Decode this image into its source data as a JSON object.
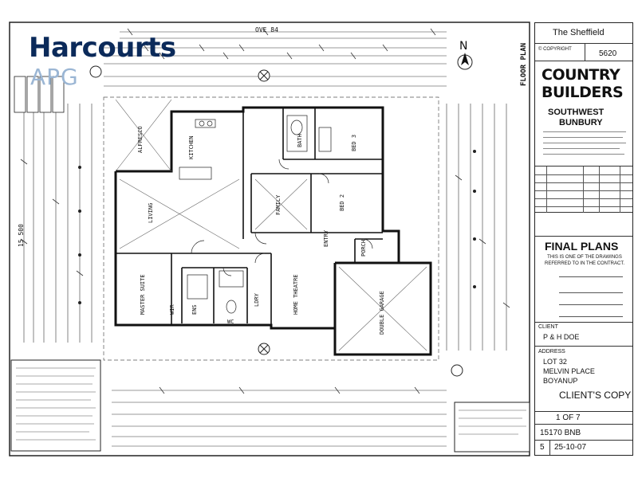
{
  "logo": {
    "name": "Harcourts",
    "sub": "APG"
  },
  "plan": {
    "sheet_label": "FLOOR PLAN",
    "north_label": "N",
    "rooms": {
      "alfresco": "ALFRESCO",
      "kitchen": "KITCHEN",
      "living": "LIVING",
      "family": "FAMILY",
      "bath": "BATH",
      "bed2": "BED 2",
      "bed3": "BED 3",
      "master": "MASTER SUITE",
      "theatre": "HOME THEATRE",
      "garage": "DOUBLE GARAGE",
      "porch": "PORCH",
      "entry": "ENTRY",
      "ldry": "LDRY",
      "wc": "WC",
      "ens": "ENS",
      "wir": "WIR"
    },
    "dims": {
      "overall_top": "OVE 84",
      "overall_left": "15 500"
    }
  },
  "titleblock": {
    "design_name": "The Sheffield",
    "copyright": "© COPYRIGHT",
    "plan_no": "5620",
    "brand_line1": "COUNTRY",
    "brand_line2": "BUILDERS",
    "region_line1": "SOUTHWEST",
    "region_line2": "BUNBURY",
    "final_plans": "FINAL PLANS",
    "final_note": "THIS IS ONE OF THE DRAWINGS REFERRED TO IN THE CONTRACT.",
    "client_label": "CLIENT",
    "client_value": "P & H DOE",
    "address_label": "ADDRESS",
    "address_line1": "LOT 32",
    "address_line2": "MELVIN PLACE",
    "address_line3": "BOYANUP",
    "clients_copy": "CLIENT'S COPY",
    "sheet_no": "1 OF 7",
    "job_no": "15170 BNB",
    "revision": "5",
    "date": "25-10-07"
  }
}
